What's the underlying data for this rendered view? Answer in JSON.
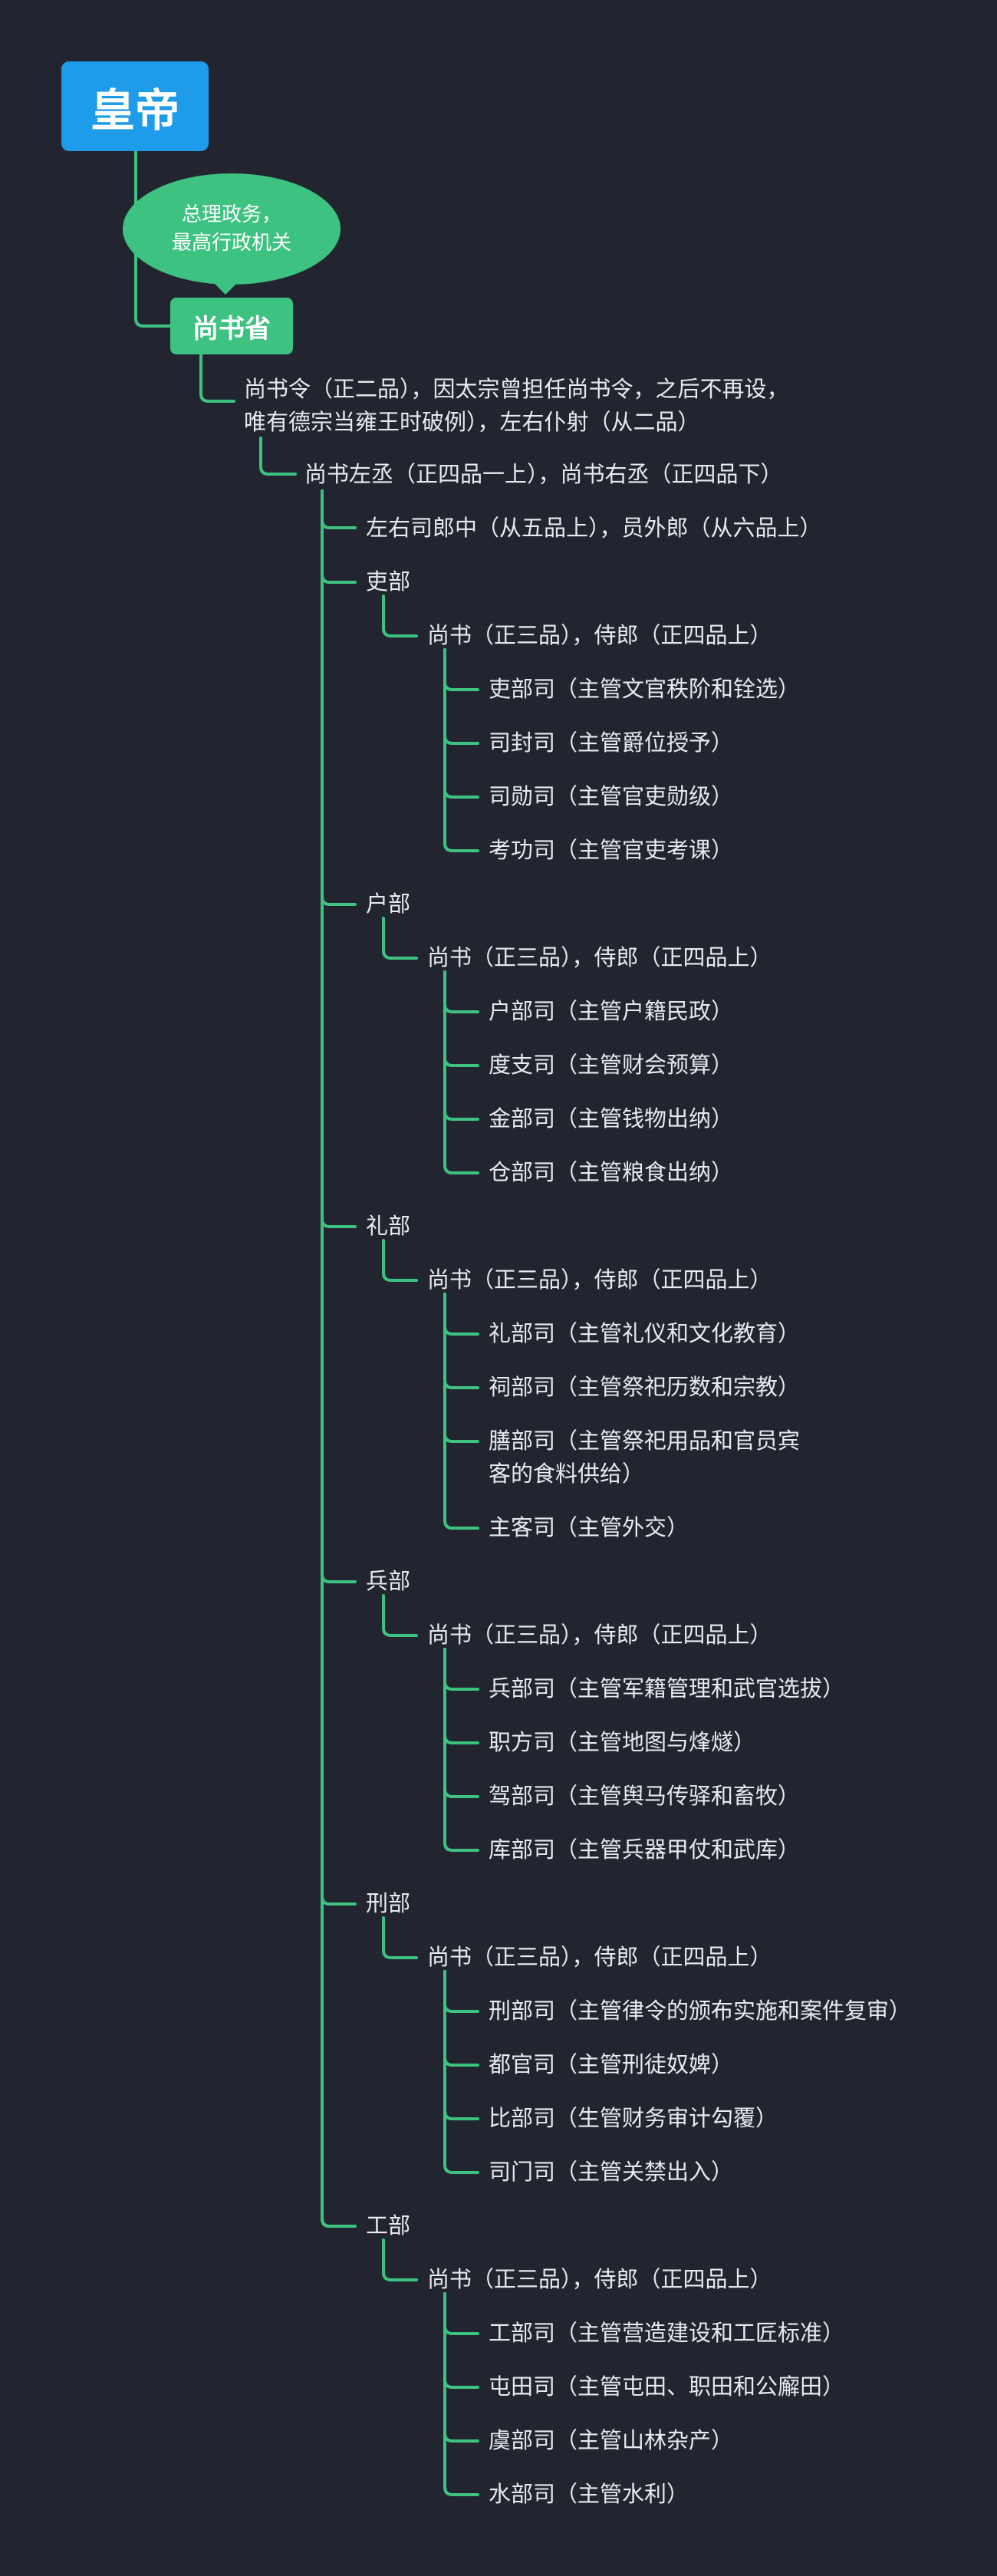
{
  "root": "皇帝",
  "callout": [
    "总理政务，",
    "最高行政机关"
  ],
  "secretariat": "尚书省",
  "colors": {
    "background": "#22252f",
    "root": "#1e9be9",
    "accent": "#3dc281",
    "text": "#e9eaee"
  },
  "ling": [
    "尚书令（正二品），因太宗曾担任尚书令，之后不再设，",
    "唯有德宗当雍王时破例），左右仆射（从二品）"
  ],
  "cheng": "尚书左丞（正四品一上），尚书右丞（正四品下）",
  "langzhong": "左右司郎中（从五品上），员外郎（从六品上）",
  "ministries": [
    {
      "name": "吏部",
      "head": "尚书（正三品），侍郎（正四品上）",
      "bureaus": [
        [
          "吏部司（主管文官秩阶和铨选）"
        ],
        [
          "司封司（主管爵位授予）"
        ],
        [
          "司勋司（主管官吏勋级）"
        ],
        [
          "考功司（主管官吏考课）"
        ]
      ]
    },
    {
      "name": "户部",
      "head": "尚书（正三品），侍郎（正四品上）",
      "bureaus": [
        [
          "户部司（主管户籍民政）"
        ],
        [
          "度支司（主管财会预算）"
        ],
        [
          "金部司（主管钱物出纳）"
        ],
        [
          "仓部司（主管粮食出纳）"
        ]
      ]
    },
    {
      "name": "礼部",
      "head": "尚书（正三品），侍郎（正四品上）",
      "bureaus": [
        [
          "礼部司（主管礼仪和文化教育）"
        ],
        [
          "祠部司（主管祭祀历数和宗教）"
        ],
        [
          "膳部司（主管祭祀用品和官员宾",
          "客的食料供给）"
        ],
        [
          "主客司（主管外交）"
        ]
      ]
    },
    {
      "name": "兵部",
      "head": "尚书（正三品），侍郎（正四品上）",
      "bureaus": [
        [
          "兵部司（主管军籍管理和武官选拔）"
        ],
        [
          "职方司（主管地图与烽燧）"
        ],
        [
          "驾部司（主管舆马传驿和畜牧）"
        ],
        [
          "库部司（主管兵器甲仗和武库）"
        ]
      ]
    },
    {
      "name": "刑部",
      "head": "尚书（正三品），侍郎（正四品上）",
      "bureaus": [
        [
          "刑部司（主管律令的颁布实施和案件复审）"
        ],
        [
          "都官司（主管刑徒奴婢）"
        ],
        [
          "比部司（生管财务审计勾覆）"
        ],
        [
          "司门司（主管关禁出入）"
        ]
      ]
    },
    {
      "name": "工部",
      "head": "尚书（正三品），侍郎（正四品上）",
      "bureaus": [
        [
          "工部司（主管营造建设和工匠标准）"
        ],
        [
          "屯田司（主管屯田、职田和公廨田）"
        ],
        [
          "虞部司（主管山林杂产）"
        ],
        [
          "水部司（主管水利）"
        ]
      ]
    }
  ]
}
